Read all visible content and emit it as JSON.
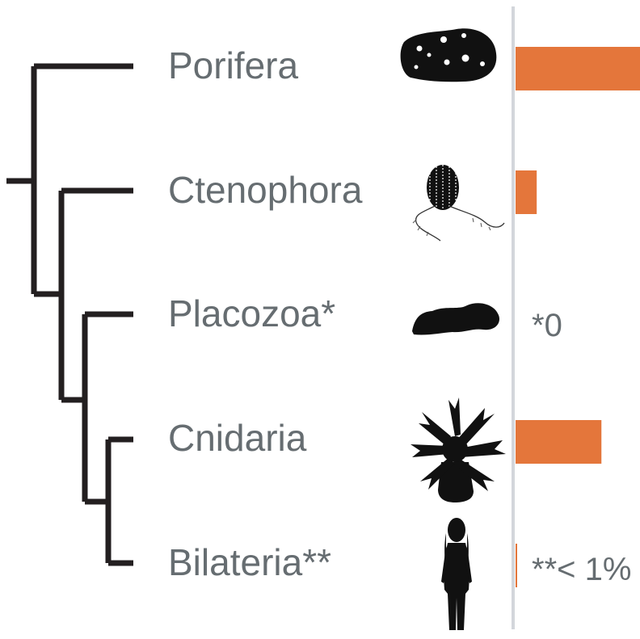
{
  "colors": {
    "tree": "#231f20",
    "label": "#666d71",
    "bar": "#e4763b",
    "axis": "#d3d6db",
    "silhouette": "#111111"
  },
  "taxa": [
    {
      "name": "Porifera",
      "icon": "sponge-icon",
      "bar_fraction": 1.0,
      "note": ""
    },
    {
      "name": "Ctenophora",
      "icon": "comb-jelly-icon",
      "bar_fraction": 0.17,
      "note": ""
    },
    {
      "name": "Placozoa*",
      "icon": "placozoan-icon",
      "bar_fraction": 0.0,
      "note": "*0"
    },
    {
      "name": "Cnidaria",
      "icon": "sea-anemone-icon",
      "bar_fraction": 0.69,
      "note": ""
    },
    {
      "name": "Bilateria**",
      "icon": "human-icon",
      "bar_fraction": 0.01,
      "note": "**< 1%"
    }
  ]
}
